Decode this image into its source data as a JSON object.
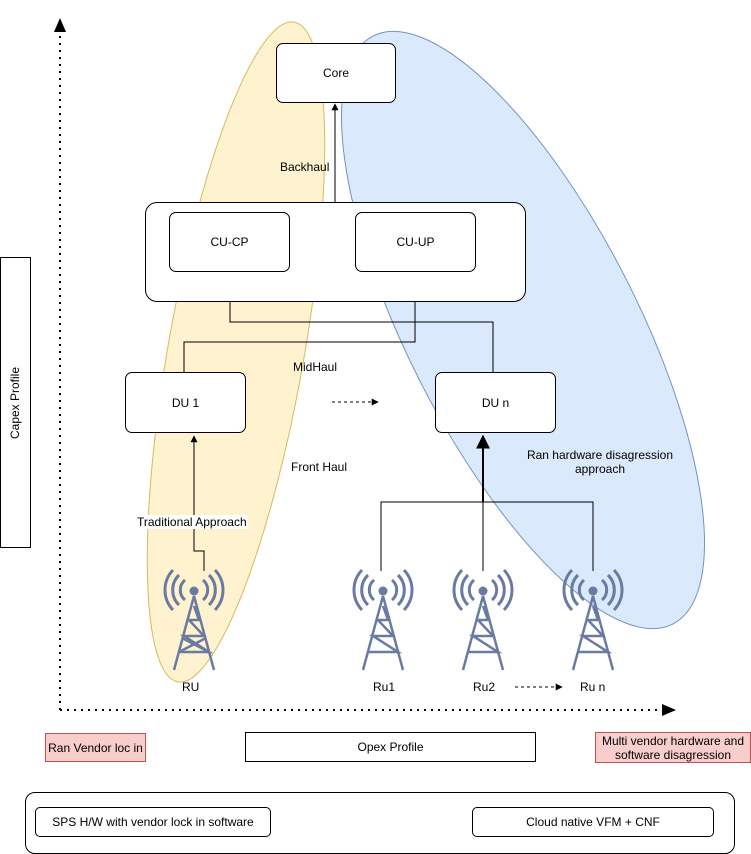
{
  "nodes": {
    "core": "Core",
    "cu_cp": "CU-CP",
    "cu_up": "CU-UP",
    "du1": "DU 1",
    "dun": "DU n"
  },
  "links": {
    "backhaul": "Backhaul",
    "midhaul": "MidHaul",
    "fronthaul": "Front Haul",
    "traditional": "Traditional  Approach",
    "ran_hw": "Ran hardware disagression\napproach"
  },
  "towers": {
    "ru": "RU",
    "ru1": "Ru1",
    "ru2": "Ru2",
    "run": "Ru n"
  },
  "axes": {
    "y_label": "Capex Profile",
    "x_label": "Opex Profile"
  },
  "corners": {
    "left": "Ran Vendor loc in",
    "right": "Multi vendor hardware and\nsoftware disagression"
  },
  "legend": {
    "left": "SPS H/W with vendor lock in software",
    "right": "Cloud native VFM + CNF"
  },
  "colors": {
    "traditional_ellipse_fill": "#fff2cc",
    "traditional_ellipse_stroke": "#d6b656",
    "disagg_ellipse_fill": "#dae8fc",
    "disagg_ellipse_stroke": "#6c8ebf",
    "tower": "#6a7ba2",
    "corner_fill": "#f8cecc",
    "corner_stroke": "#b85450"
  }
}
